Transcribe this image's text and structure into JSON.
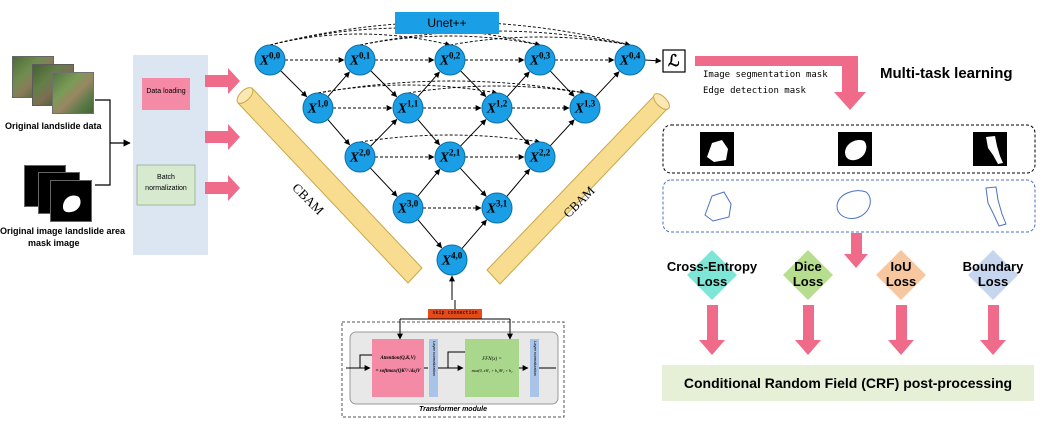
{
  "title": "Unet++",
  "inputs": {
    "original_label": "Original landslide data",
    "mask_label_line1": "Original image landslide area",
    "mask_label_line2": "mask image"
  },
  "preprocess": {
    "data_loading": "Data loading",
    "batch_norm_line1": "Batch",
    "batch_norm_line2": "normalization"
  },
  "cbam_left": "CBAM",
  "cbam_right": "CBAM",
  "nodes": [
    {
      "id": "x00",
      "base": "X",
      "sup": "0,0"
    },
    {
      "id": "x01",
      "base": "X",
      "sup": "0,1"
    },
    {
      "id": "x02",
      "base": "X",
      "sup": "0,2"
    },
    {
      "id": "x03",
      "base": "X",
      "sup": "0,3"
    },
    {
      "id": "x04",
      "base": "X",
      "sup": "0,4"
    },
    {
      "id": "x10",
      "base": "X",
      "sup": "1,0"
    },
    {
      "id": "x11",
      "base": "X",
      "sup": "1,1"
    },
    {
      "id": "x12",
      "base": "X",
      "sup": "1,2"
    },
    {
      "id": "x13",
      "base": "X",
      "sup": "1,3"
    },
    {
      "id": "x20",
      "base": "X",
      "sup": "2,0"
    },
    {
      "id": "x21",
      "base": "X",
      "sup": "2,1"
    },
    {
      "id": "x22",
      "base": "X",
      "sup": "2,2"
    },
    {
      "id": "x30",
      "base": "X",
      "sup": "3,0"
    },
    {
      "id": "x31",
      "base": "X",
      "sup": "3,1"
    },
    {
      "id": "x40",
      "base": "X",
      "sup": "4,0"
    }
  ],
  "loss_symbol": "ℒ",
  "outputs": {
    "line1": "Image segmentation mask",
    "line2": "Edge detection mask"
  },
  "multitask": "Multi-task learning",
  "losses": [
    {
      "line1": "Cross-Entropy",
      "line2": "Loss",
      "color": "#7ee6d6"
    },
    {
      "line1": "Dice",
      "line2": "Loss",
      "color": "#b7dd8e"
    },
    {
      "line1": "IoU",
      "line2": "Loss",
      "color": "#f7c79f"
    },
    {
      "line1": "Boundary",
      "line2": "Loss",
      "color": "#c7d6ef"
    }
  ],
  "crf": "Conditional Random Field (CRF) post-processing",
  "transformer": {
    "skip": "skip connection",
    "attention_line1": "Attention(Q,K,V)",
    "attention_line2": "= softmax(QKᵀ/√dₖ)V",
    "layer_norm_1": "Layer normalization",
    "ffn_line1": "FFN(x) =",
    "ffn_line2": "max(0, xW₁ + b₁)W₂ + b₂",
    "layer_norm_2": "Layer normalization",
    "caption": "Transformer module"
  },
  "colors": {
    "node": "#1a9ee6",
    "arrow_pink": "#f06b8a",
    "cbam": "#f8dc8f",
    "preprocess_panel": "#dce6f3",
    "data_loading": "#f48aa6",
    "batch_norm": "#d7ead0",
    "attention": "#f48aa6",
    "ffn": "#a9d88c",
    "layer_norm": "#a9c4e8",
    "skip": "#e64a19",
    "crf": "#e6f0d6"
  }
}
